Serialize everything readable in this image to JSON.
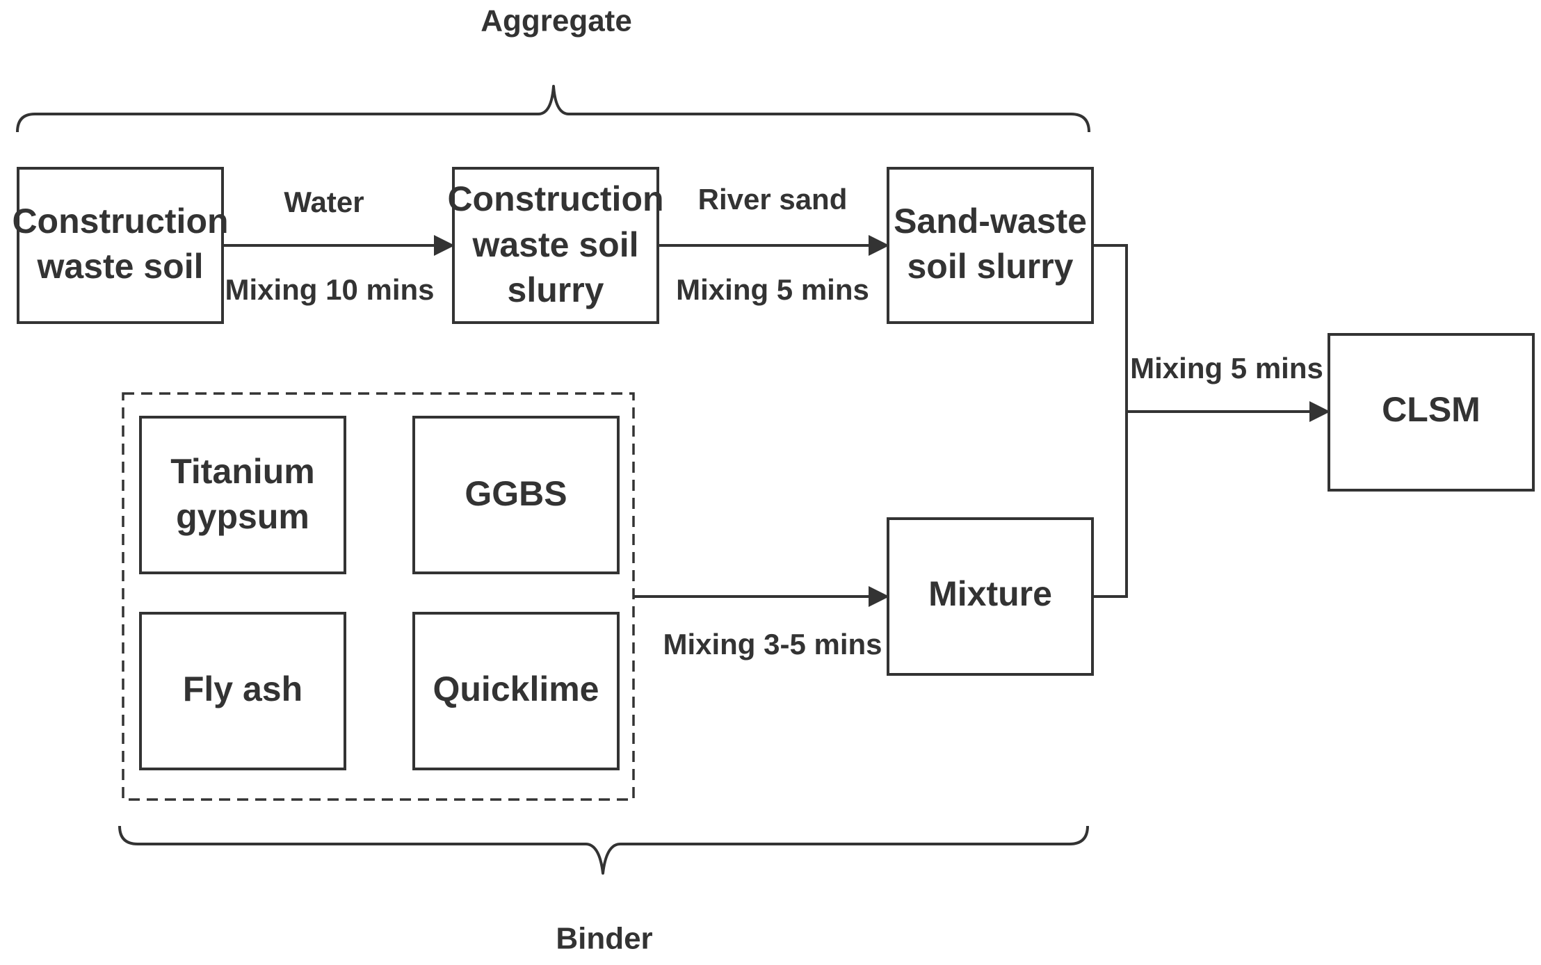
{
  "groups": {
    "aggregate": "Aggregate",
    "binder": "Binder"
  },
  "nodes": {
    "construction_waste_soil": [
      "Construction",
      "waste soil"
    ],
    "construction_waste_soil_slurry": [
      "Construction",
      "waste soil",
      "slurry"
    ],
    "sand_waste_soil_slurry": [
      "Sand-waste",
      "soil slurry"
    ],
    "titanium_gypsum": [
      "Titanium",
      "gypsum"
    ],
    "ggbs": [
      "GGBS"
    ],
    "fly_ash": [
      "Fly ash"
    ],
    "quicklime": [
      "Quicklime"
    ],
    "mixture": [
      "Mixture"
    ],
    "clsm": [
      "CLSM"
    ]
  },
  "edges": {
    "water": "Water",
    "mixing_10": "Mixing 10 mins",
    "river_sand": "River sand",
    "mixing_5_top": "Mixing 5 mins",
    "mixing_3_5": "Mixing 3-5 mins",
    "mixing_5_final": "Mixing 5 mins"
  },
  "colors": {
    "stroke": "#333333",
    "text": "#333333",
    "background": "#ffffff"
  }
}
